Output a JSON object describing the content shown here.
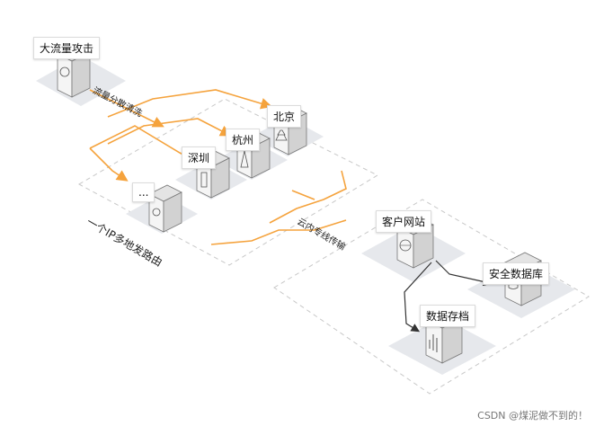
{
  "nodes": {
    "attack": "大流量攻击",
    "beijing": "北京",
    "hangzhou": "杭州",
    "shenzhen": "深圳",
    "more": "...",
    "customer_site": "客户网站",
    "secure_db": "安全数据库",
    "data_archive": "数据存档"
  },
  "edge_labels": {
    "traffic_scrub": "流量分散清洗",
    "anycast": "一个IP多地发路由",
    "cloud_dedicated": "云内专线传输"
  },
  "watermark": "CSDN @煤泥做不到的！",
  "colors": {
    "flow": "#f5a33d",
    "platform": "#e6e8ec",
    "server": "#f7f7f7",
    "connector": "#333333"
  }
}
